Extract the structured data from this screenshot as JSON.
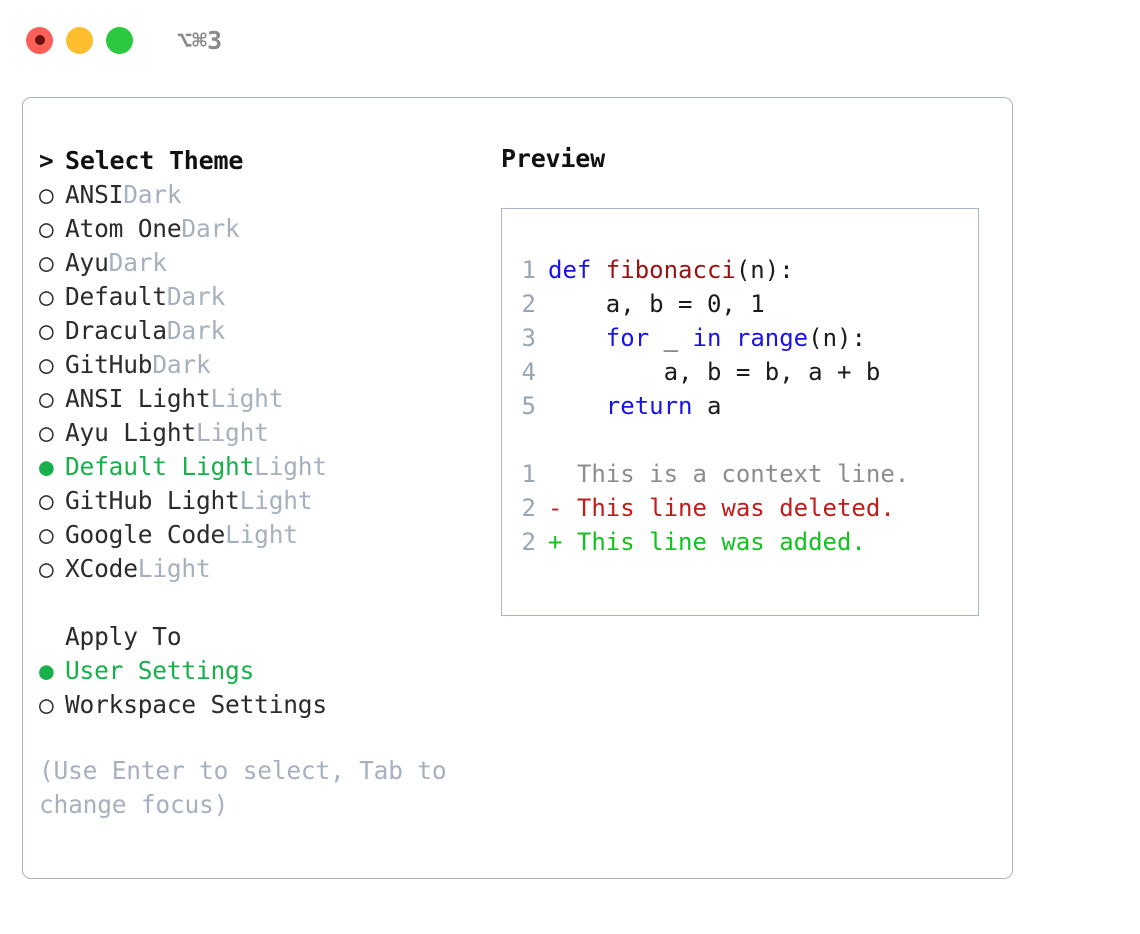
{
  "titlebar": {
    "shortcut": "⌥⌘3",
    "lights": [
      {
        "name": "close",
        "color": "#fb5f57"
      },
      {
        "name": "minimize",
        "color": "#fcbd2e"
      },
      {
        "name": "maximize",
        "color": "#2bc840"
      }
    ]
  },
  "theme_picker": {
    "heading": "Select Theme",
    "heading_marker": ">",
    "marker_selected": "●",
    "marker_unselected": "○",
    "items": [
      {
        "label": "ANSI",
        "tag": "Dark",
        "selected": false
      },
      {
        "label": "Atom One",
        "tag": "Dark",
        "selected": false
      },
      {
        "label": "Ayu",
        "tag": "Dark",
        "selected": false
      },
      {
        "label": "Default",
        "tag": "Dark",
        "selected": false
      },
      {
        "label": "Dracula",
        "tag": "Dark",
        "selected": false
      },
      {
        "label": "GitHub",
        "tag": "Dark",
        "selected": false
      },
      {
        "label": "ANSI Light",
        "tag": "Light",
        "selected": false
      },
      {
        "label": "Ayu Light",
        "tag": "Light",
        "selected": false
      },
      {
        "label": "Default Light",
        "tag": "Light",
        "selected": true
      },
      {
        "label": "GitHub Light",
        "tag": "Light",
        "selected": false
      },
      {
        "label": "Google Code",
        "tag": "Light",
        "selected": false
      },
      {
        "label": "XCode",
        "tag": "Light",
        "selected": false
      }
    ]
  },
  "apply_to": {
    "heading": "Apply To",
    "options": [
      {
        "label": "User Settings",
        "selected": true
      },
      {
        "label": "Workspace Settings",
        "selected": false
      }
    ]
  },
  "hint": "(Use Enter to select, Tab to change focus)",
  "preview": {
    "title": "Preview",
    "code_lines": [
      {
        "num": "1",
        "tokens": [
          {
            "t": "def ",
            "c": "kw"
          },
          {
            "t": "fibonacci",
            "c": "fn"
          },
          {
            "t": "(n):",
            "c": "pl"
          }
        ]
      },
      {
        "num": "2",
        "tokens": [
          {
            "t": "    a, b = 0, 1",
            "c": "pl"
          }
        ]
      },
      {
        "num": "3",
        "tokens": [
          {
            "t": "    ",
            "c": "pl"
          },
          {
            "t": "for",
            "c": "kw"
          },
          {
            "t": " _ ",
            "c": "pl"
          },
          {
            "t": "in",
            "c": "kw"
          },
          {
            "t": " ",
            "c": "pl"
          },
          {
            "t": "range",
            "c": "kw"
          },
          {
            "t": "(n):",
            "c": "pl"
          }
        ]
      },
      {
        "num": "4",
        "tokens": [
          {
            "t": "        a, b = b, a + b",
            "c": "pl"
          }
        ]
      },
      {
        "num": "5",
        "tokens": [
          {
            "t": "    ",
            "c": "pl"
          },
          {
            "t": "return",
            "c": "kw"
          },
          {
            "t": " a",
            "c": "pl"
          }
        ]
      }
    ],
    "diff_lines": [
      {
        "num": "1",
        "sign": " ",
        "text": "  This is a context line.",
        "kind": "diff-ctx"
      },
      {
        "num": "2",
        "sign": " ",
        "text": "- This line was deleted.",
        "kind": "diff-del"
      },
      {
        "num": "2",
        "sign": " ",
        "text": "+ This line was added.",
        "kind": "diff-add"
      }
    ]
  },
  "colors": {
    "accent_green": "#17b04a",
    "muted": "#a7b0be",
    "border": "#aab4c4",
    "keyword": "#1a13e8",
    "function": "#9c1111",
    "diff_added": "#12c221",
    "diff_deleted": "#c01c1c",
    "diff_context": "#8d8d8d"
  }
}
